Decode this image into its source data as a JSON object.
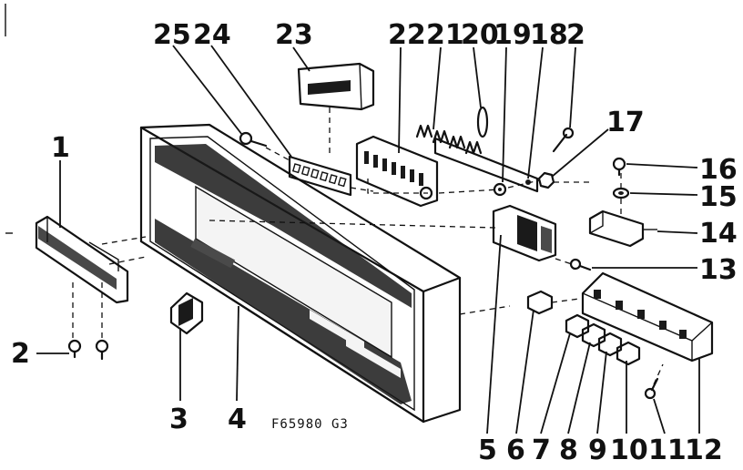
{
  "diagram": {
    "drawing_number": "F65980 G3",
    "callouts": [
      "1",
      "2",
      "2",
      "3",
      "4",
      "5",
      "6",
      "7",
      "8",
      "9",
      "10",
      "11",
      "12",
      "13",
      "14",
      "15",
      "16",
      "17",
      "18",
      "19",
      "20",
      "21",
      "22",
      "23",
      "24",
      "25"
    ],
    "colors": {
      "ink": "#111111",
      "paper": "#ffffff"
    }
  }
}
